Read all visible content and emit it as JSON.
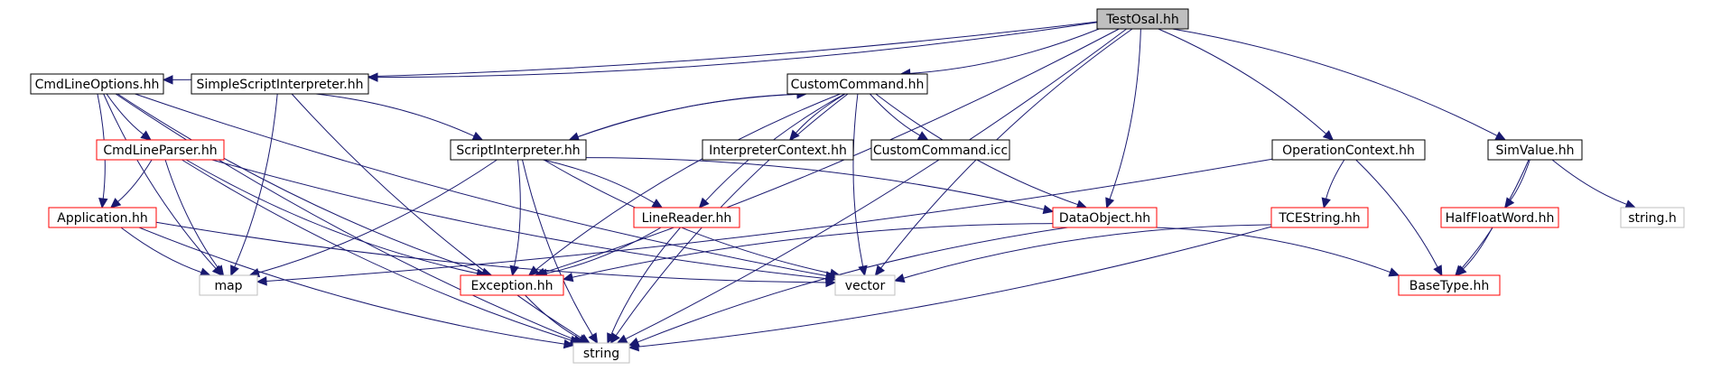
{
  "colors": {
    "edge": "#191970",
    "border_normal": "#000000",
    "border_truncated": "#ff0000",
    "border_system": "#bfbfbf",
    "fill_root": "#bfbfbf",
    "fill_normal": "#ffffff"
  },
  "nodes": [
    {
      "id": "testosal",
      "label": "TestOsal.hh",
      "kind": "root"
    },
    {
      "id": "cmdlineoptions",
      "label": "CmdLineOptions.hh",
      "kind": "normal"
    },
    {
      "id": "simplescriptinterpreter",
      "label": "SimpleScriptInterpreter.hh",
      "kind": "normal"
    },
    {
      "id": "customcommand",
      "label": "CustomCommand.hh",
      "kind": "normal"
    },
    {
      "id": "operationcontext",
      "label": "OperationContext.hh",
      "kind": "normal"
    },
    {
      "id": "simvalue",
      "label": "SimValue.hh",
      "kind": "normal"
    },
    {
      "id": "cmdlineparser",
      "label": "CmdLineParser.hh",
      "kind": "truncated"
    },
    {
      "id": "scriptinterpreter",
      "label": "ScriptInterpreter.hh",
      "kind": "normal"
    },
    {
      "id": "interpretercontext",
      "label": "InterpreterContext.hh",
      "kind": "normal"
    },
    {
      "id": "customcommandicc",
      "label": "CustomCommand.icc",
      "kind": "normal"
    },
    {
      "id": "application",
      "label": "Application.hh",
      "kind": "truncated"
    },
    {
      "id": "linereader",
      "label": "LineReader.hh",
      "kind": "truncated"
    },
    {
      "id": "dataobject",
      "label": "DataObject.hh",
      "kind": "truncated"
    },
    {
      "id": "tcestring",
      "label": "TCEString.hh",
      "kind": "truncated"
    },
    {
      "id": "halffloatword",
      "label": "HalfFloatWord.hh",
      "kind": "truncated"
    },
    {
      "id": "stringh",
      "label": "string.h",
      "kind": "system"
    },
    {
      "id": "map",
      "label": "map",
      "kind": "system"
    },
    {
      "id": "exception",
      "label": "Exception.hh",
      "kind": "truncated"
    },
    {
      "id": "vector",
      "label": "vector",
      "kind": "system"
    },
    {
      "id": "basetype",
      "label": "BaseType.hh",
      "kind": "truncated"
    },
    {
      "id": "string",
      "label": "string",
      "kind": "system"
    }
  ],
  "edges": [
    [
      "testosal",
      "cmdlineoptions"
    ],
    [
      "testosal",
      "simplescriptinterpreter"
    ],
    [
      "testosal",
      "customcommand"
    ],
    [
      "testosal",
      "exception"
    ],
    [
      "testosal",
      "dataobject"
    ],
    [
      "testosal",
      "vector"
    ],
    [
      "testosal",
      "operationcontext"
    ],
    [
      "testosal",
      "simvalue"
    ],
    [
      "testosal",
      "string"
    ],
    [
      "cmdlineoptions",
      "cmdlineparser"
    ],
    [
      "cmdlineoptions",
      "application"
    ],
    [
      "cmdlineoptions",
      "map"
    ],
    [
      "cmdlineoptions",
      "exception"
    ],
    [
      "cmdlineoptions",
      "vector"
    ],
    [
      "cmdlineoptions",
      "string"
    ],
    [
      "cmdlineparser",
      "application"
    ],
    [
      "cmdlineparser",
      "map"
    ],
    [
      "cmdlineparser",
      "exception"
    ],
    [
      "cmdlineparser",
      "vector"
    ],
    [
      "cmdlineparser",
      "string"
    ],
    [
      "application",
      "map"
    ],
    [
      "application",
      "vector"
    ],
    [
      "application",
      "string"
    ],
    [
      "simplescriptinterpreter",
      "scriptinterpreter"
    ],
    [
      "simplescriptinterpreter",
      "map"
    ],
    [
      "simplescriptinterpreter",
      "string"
    ],
    [
      "customcommand",
      "scriptinterpreter"
    ],
    [
      "customcommand",
      "interpretercontext"
    ],
    [
      "customcommand",
      "customcommandicc"
    ],
    [
      "customcommand",
      "linereader"
    ],
    [
      "customcommand",
      "dataobject"
    ],
    [
      "customcommand",
      "exception"
    ],
    [
      "customcommand",
      "vector"
    ],
    [
      "customcommand",
      "string"
    ],
    [
      "scriptinterpreter",
      "customcommand"
    ],
    [
      "scriptinterpreter",
      "linereader"
    ],
    [
      "scriptinterpreter",
      "dataobject"
    ],
    [
      "scriptinterpreter",
      "map"
    ],
    [
      "scriptinterpreter",
      "exception"
    ],
    [
      "scriptinterpreter",
      "vector"
    ],
    [
      "scriptinterpreter",
      "string"
    ],
    [
      "linereader",
      "exception"
    ],
    [
      "linereader",
      "string"
    ],
    [
      "dataobject",
      "exception"
    ],
    [
      "dataobject",
      "basetype"
    ],
    [
      "dataobject",
      "string"
    ],
    [
      "operationcontext",
      "tcestring"
    ],
    [
      "operationcontext",
      "basetype"
    ],
    [
      "operationcontext",
      "map"
    ],
    [
      "tcestring",
      "vector"
    ],
    [
      "tcestring",
      "string"
    ],
    [
      "exception",
      "string"
    ],
    [
      "simvalue",
      "halffloatword"
    ],
    [
      "simvalue",
      "basetype"
    ],
    [
      "simvalue",
      "stringh"
    ],
    [
      "halffloatword",
      "basetype"
    ]
  ]
}
